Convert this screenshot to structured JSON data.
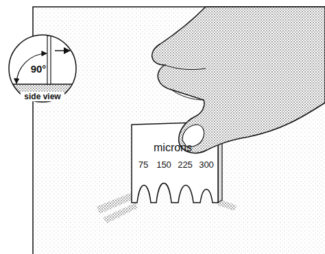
{
  "diagram": {
    "labels": [
      "90°",
      "side view",
      "microns",
      "75",
      "150",
      "225",
      "300"
    ]
  }
}
